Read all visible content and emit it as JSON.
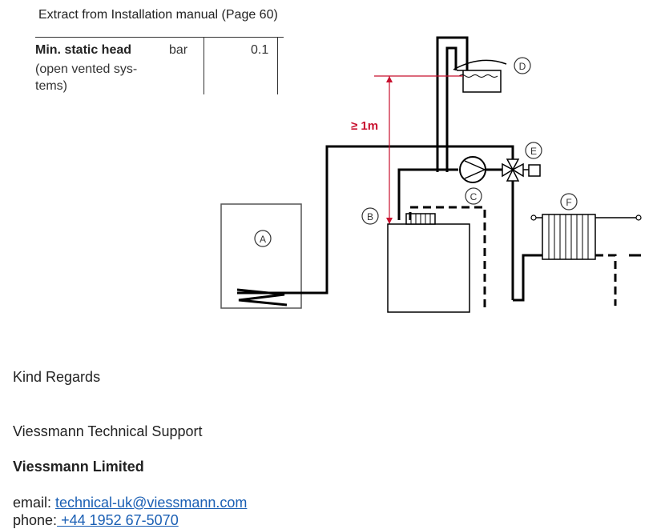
{
  "extract": {
    "title": "Extract from Installation manual (Page 60)",
    "table": {
      "parameter": "Min. static head",
      "parameter_sub": "(open vented sys-tems)",
      "unit": "bar",
      "value": "0.1"
    },
    "diagram": {
      "height_label": "≥ 1m",
      "labels": {
        "a": "A",
        "b": "B",
        "c": "C",
        "d": "D",
        "e": "E",
        "f": "F"
      },
      "colors": {
        "pipe": "#000000",
        "dimension": "#c8102e"
      }
    }
  },
  "signature": {
    "closing": "Kind Regards",
    "team": "Viessmann Technical Support",
    "company": "Viessmann Limited",
    "email_label": "email: ",
    "email": "technical-uk@viessmann.com",
    "phone_label": "phone:",
    "phone": " +44 1952 67-5070"
  },
  "colors": {
    "link": "#1a5fb4",
    "text": "#222222"
  }
}
